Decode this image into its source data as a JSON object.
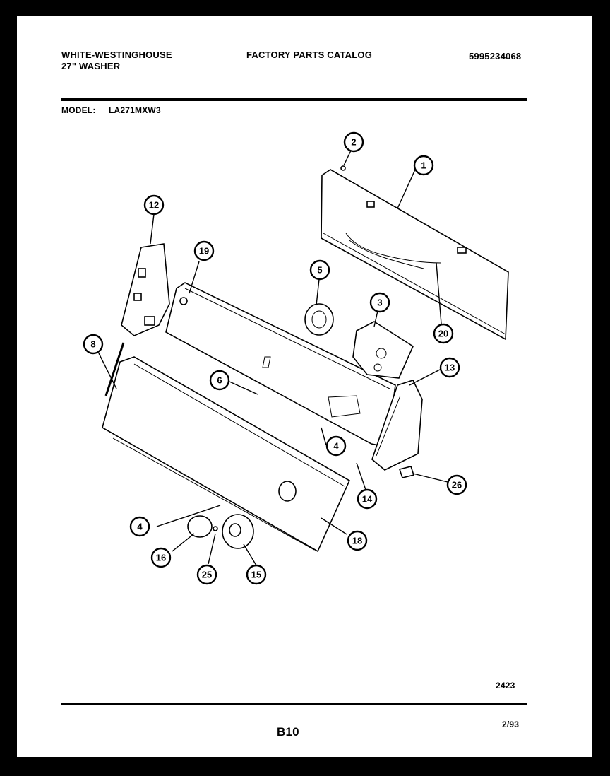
{
  "header": {
    "brand": "WHITE-WESTINGHOUSE",
    "product": "27\" WASHER",
    "catalog": "FACTORY PARTS CATALOG",
    "part_number": "5995234068",
    "model_label": "MODEL:",
    "model_value": "LA271MXW3"
  },
  "callouts": [
    {
      "id": "c1",
      "label": "1"
    },
    {
      "id": "c2",
      "label": "2"
    },
    {
      "id": "c3",
      "label": "3"
    },
    {
      "id": "c4a",
      "label": "4"
    },
    {
      "id": "c4b",
      "label": "4"
    },
    {
      "id": "c5",
      "label": "5"
    },
    {
      "id": "c6",
      "label": "6"
    },
    {
      "id": "c8",
      "label": "8"
    },
    {
      "id": "c12",
      "label": "12"
    },
    {
      "id": "c13",
      "label": "13"
    },
    {
      "id": "c14",
      "label": "14"
    },
    {
      "id": "c15",
      "label": "15"
    },
    {
      "id": "c16",
      "label": "16"
    },
    {
      "id": "c18",
      "label": "18"
    },
    {
      "id": "c19",
      "label": "19"
    },
    {
      "id": "c20",
      "label": "20"
    },
    {
      "id": "c25",
      "label": "25"
    },
    {
      "id": "c26",
      "label": "26"
    }
  ],
  "footer": {
    "drawing_number": "2423",
    "page": "B10",
    "date": "2/93"
  }
}
